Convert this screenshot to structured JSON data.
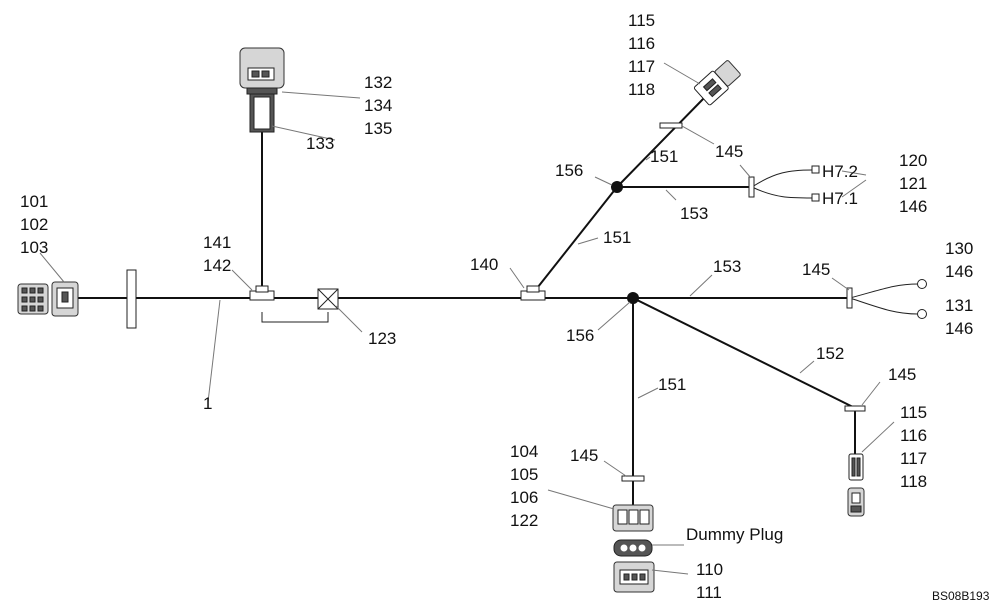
{
  "labels": {
    "l101": "101",
    "l102": "102",
    "l103": "103",
    "l1": "1",
    "l141": "141",
    "l142": "142",
    "l132": "132",
    "l134": "134",
    "l135": "135",
    "l133": "133",
    "l123": "123",
    "l140": "140",
    "l151a": "151",
    "l151b": "151",
    "l151c": "151",
    "l156a": "156",
    "l156b": "156",
    "l153a": "153",
    "l153b": "153",
    "l145a": "145",
    "l145b": "145",
    "l145c": "145",
    "l145d": "145",
    "l115a": "115",
    "l116a": "116",
    "l117a": "117",
    "l118a": "118",
    "lh72": "H7.2",
    "lh71": "H7.1",
    "l120": "120",
    "l121": "121",
    "l146a": "146",
    "l130": "130",
    "l146b": "146",
    "l131": "131",
    "l146c": "146",
    "l152": "152",
    "l115b": "115",
    "l116b": "116",
    "l117b": "117",
    "l118b": "118",
    "l104": "104",
    "l105": "105",
    "l106": "106",
    "l122": "122",
    "dummy": "Dummy Plug",
    "l110": "110",
    "l111": "111",
    "code": "BS08B193"
  }
}
